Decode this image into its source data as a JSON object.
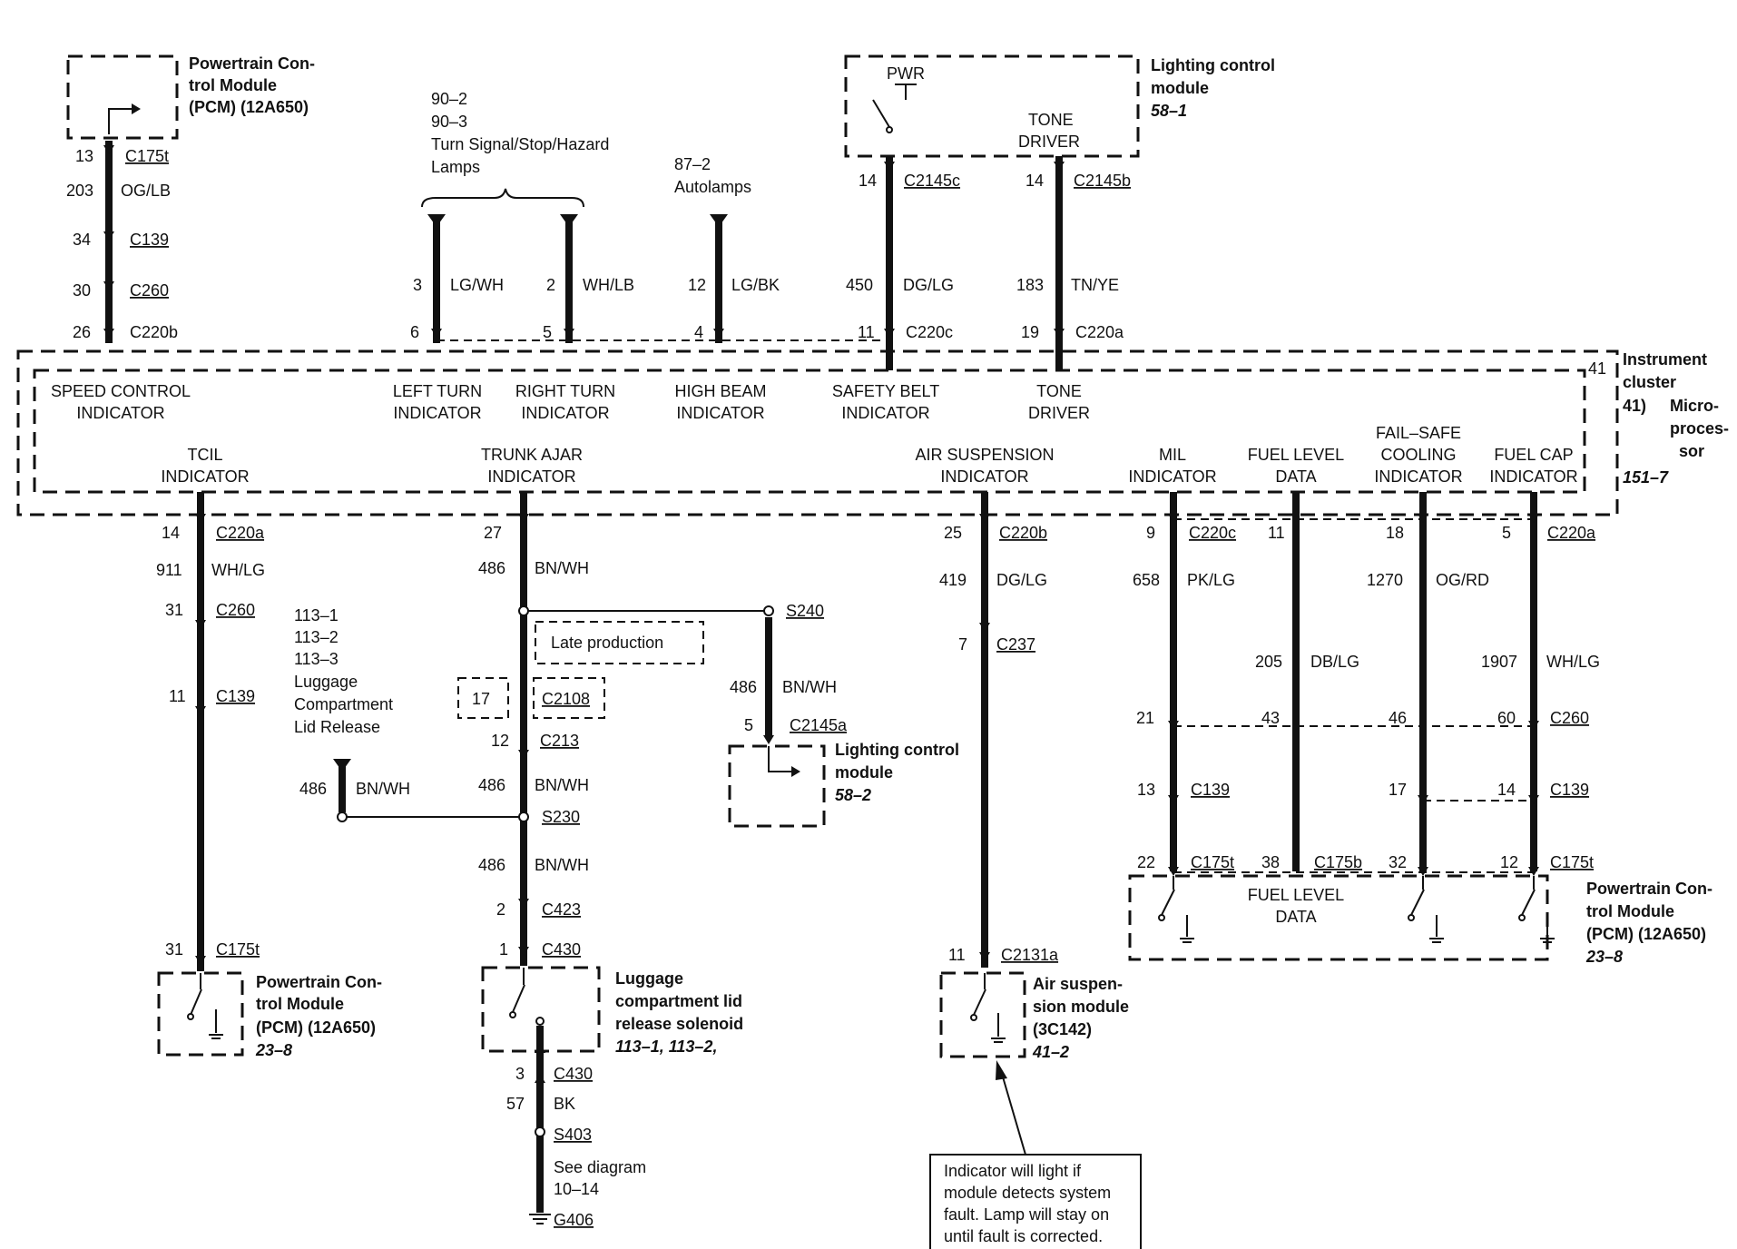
{
  "top": {
    "pcm_top": {
      "title_l1": "Powertrain Con-",
      "title_l2": "trol Module",
      "title_l3": "(PCM) (12A650)"
    },
    "pcm_wire": [
      {
        "pin": "13",
        "conn": "C175t"
      },
      {
        "circuit": "203",
        "color": "OG/LB"
      },
      {
        "pin": "34",
        "conn": "C139"
      },
      {
        "pin": "30",
        "conn": "C260"
      },
      {
        "pin": "26",
        "conn": "C220b"
      }
    ],
    "turn_lamps": {
      "ref1": "90–2",
      "ref2": "90–3",
      "label_l1": "Turn Signal/Stop/Hazard",
      "label_l2": "Lamps"
    },
    "left_turn_wire": {
      "circuit": "3",
      "color": "LG/WH",
      "pin": "6"
    },
    "right_turn_wire": {
      "circuit": "2",
      "color": "WH/LB",
      "pin": "5"
    },
    "autolamps": {
      "ref": "87–2",
      "label": "Autolamps"
    },
    "high_beam_wire": {
      "circuit": "12",
      "color": "LG/BK",
      "pin": "4"
    },
    "lcm_top": {
      "title_l1": "Lighting control",
      "title_l2": "module",
      "ref": "58–1",
      "pwr": "PWR",
      "tone_l1": "TONE",
      "tone_l2": "DRIVER"
    },
    "safety_belt_wire": {
      "top_pin": "14",
      "top_conn": "C2145c",
      "circuit": "450",
      "color": "DG/LG",
      "pin": "11",
      "conn": "C220c"
    },
    "tone_wire": {
      "top_pin": "14",
      "top_conn": "C2145b",
      "circuit": "183",
      "color": "TN/YE",
      "pin": "19",
      "conn": "C220a"
    }
  },
  "cluster": {
    "title_l1": "Instrument",
    "title_l2": "cluster",
    "pin41": "41",
    "micro_l1": "41)",
    "micro_l2": "Micro-",
    "micro_l3": "proces-",
    "micro_l4": "sor",
    "ref": "151–7",
    "indicators": {
      "speed_l1": "SPEED CONTROL",
      "speed_l2": "INDICATOR",
      "left_l1": "LEFT TURN",
      "left_l2": "INDICATOR",
      "right_l1": "RIGHT TURN",
      "right_l2": "INDICATOR",
      "high_l1": "HIGH BEAM",
      "high_l2": "INDICATOR",
      "belt_l1": "SAFETY BELT",
      "belt_l2": "INDICATOR",
      "tone_l1": "TONE",
      "tone_l2": "DRIVER",
      "tcil_l1": "TCIL",
      "tcil_l2": "INDICATOR",
      "trunk_l1": "TRUNK AJAR",
      "trunk_l2": "INDICATOR",
      "air_l1": "AIR SUSPENSION",
      "air_l2": "INDICATOR",
      "mil_l1": "MIL",
      "mil_l2": "INDICATOR",
      "fuel_l1": "FUEL LEVEL",
      "fuel_l2": "DATA",
      "fs_l1": "FAIL–SAFE",
      "fs_l2": "COOLING",
      "fs_l3": "INDICATOR",
      "cap_l1": "FUEL CAP",
      "cap_l2": "INDICATOR"
    }
  },
  "tcil": {
    "pin1": "14",
    "conn1": "C220a",
    "circuit": "911",
    "color": "WH/LG",
    "pin2": "31",
    "conn2": "C260",
    "pin3": "11",
    "conn3": "C139",
    "pin4": "31",
    "conn4": "C175t",
    "pcm_l1": "Powertrain Con-",
    "pcm_l2": "trol Module",
    "pcm_l3": "(PCM) (12A650)",
    "pcm_ref": "23–8"
  },
  "trunk": {
    "pin1": "27",
    "circuit1": "486",
    "color1": "BN/WH",
    "s240": "S240",
    "late": "Late production",
    "box17": "17",
    "c2108": "C2108",
    "circuit_s240": "486",
    "color_s240": "BN/WH",
    "pin_c2145a": "5",
    "conn_c2145a": "C2145a",
    "lcm_l1": "Lighting control",
    "lcm_l2": "module",
    "lcm_ref": "58–2",
    "pin_c213": "12",
    "conn_c213": "C213",
    "circuit2": "486",
    "color2": "BN/WH",
    "s230": "S230",
    "luggage_refs": [
      "113–1",
      "113–2",
      "113–3"
    ],
    "luggage_l1": "Luggage",
    "luggage_l2": "Compartment",
    "luggage_l3": "Lid Release",
    "circuit_left": "486",
    "color_left": "BN/WH",
    "circuit3": "486",
    "color3": "BN/WH",
    "pin_c423": "2",
    "conn_c423": "C423",
    "pin_c430": "1",
    "conn_c430": "C430",
    "sol_l1": "Luggage",
    "sol_l2": "compartment lid",
    "sol_l3": "release solenoid",
    "sol_ref": "113–1, 113–2,",
    "gnd_pin": "3",
    "gnd_conn": "C430",
    "gnd_circuit": "57",
    "gnd_color": "BK",
    "s403": "S403",
    "see_l1": "See diagram",
    "see_l2": "10–14",
    "g406": "G406"
  },
  "air": {
    "pin1": "25",
    "conn1": "C220b",
    "circuit": "419",
    "color": "DG/LG",
    "pin2": "7",
    "conn2": "C237",
    "pin3": "11",
    "conn3": "C2131a",
    "mod_l1": "Air suspen-",
    "mod_l2": "sion module",
    "mod_l3": "(3C142)",
    "mod_ref": "41–2",
    "note_l1": "Indicator will light if",
    "note_l2": "module detects system",
    "note_l3": "fault. Lamp will stay on",
    "note_l4": "until fault is corrected."
  },
  "right": {
    "mil": {
      "pin1": "9",
      "conn1": "C220c",
      "circuit": "658",
      "color": "PK/LG",
      "pin260": "21",
      "pin139": "13",
      "pin175": "22"
    },
    "fuel": {
      "pin1": "11",
      "circuit": "205",
      "color": "DB/LG",
      "pin260": "43",
      "pin175": "38",
      "conn175": "C175b"
    },
    "fs": {
      "pin1": "18",
      "circuit": "1270",
      "color": "OG/RD",
      "pin260": "46",
      "pin139": "17",
      "pin175": "32"
    },
    "cap": {
      "pin1": "5",
      "conn1": "C220a",
      "circuit": "1907",
      "color": "WH/LG",
      "pin260": "60",
      "pin139": "14",
      "pin175": "12"
    },
    "conn_c260": "C260",
    "conn_c139": "C139",
    "conn_c139_mil": "C139",
    "conn_c175t_mil": "C175t",
    "conn_c175t_cap": "C175t",
    "pcm_fuel_l1": "FUEL LEVEL",
    "pcm_fuel_l2": "DATA",
    "pcm_l1": "Powertrain Con-",
    "pcm_l2": "trol Module",
    "pcm_l3": "(PCM) (12A650)",
    "pcm_ref": "23–8"
  }
}
